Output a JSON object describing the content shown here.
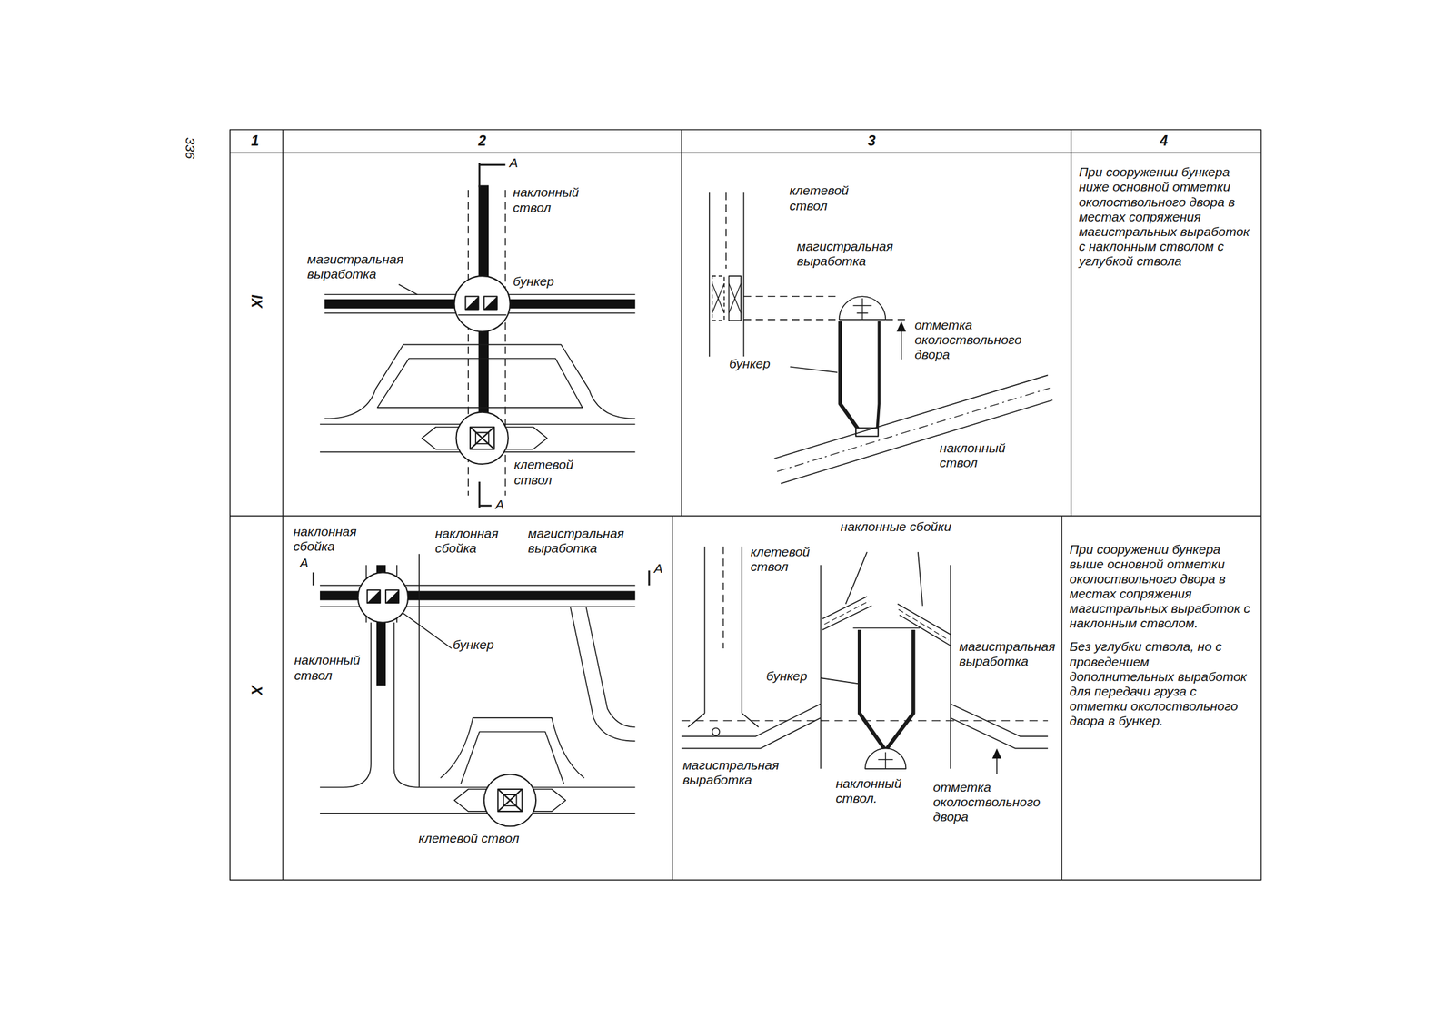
{
  "diagram": {
    "labels": [
      "336",
      "1",
      "2",
      "3",
      "4",
      "IX",
      "X",
      "А",
      "наклонный ствол",
      "магистральная выработка",
      "бункер",
      "клетевой ствол",
      "А",
      "клетевой ствол",
      "магистральная выработка",
      "отметка околоствольного двора",
      "бункер",
      "наклонный ствол",
      "При сооружении бункера ниже основной отметки околоствольного двора в местах сопряжения магистральных выработок с наклонным стволом с углубкой ствола",
      "наклонная сбойка",
      "наклонная сбойка",
      "магистральная выработка",
      "А",
      "А",
      "бункер",
      "наклонный ствол",
      "клетевой ствол",
      "клетевой ствол",
      "наклонные сбойки",
      "бункер",
      "магистральная выработка",
      "магистральная выработка",
      "наклонный ствол.",
      "отметка околоствольного двора",
      "При сооружении бункера выше основной отметки околоствольного двора в местах сопряжения магистральных выработок с наклонным стволом.",
      "Без углубки ствола, но с проведением дополнительных выработок для передачи груза с отметки околоствольного двора в бункер."
    ]
  }
}
